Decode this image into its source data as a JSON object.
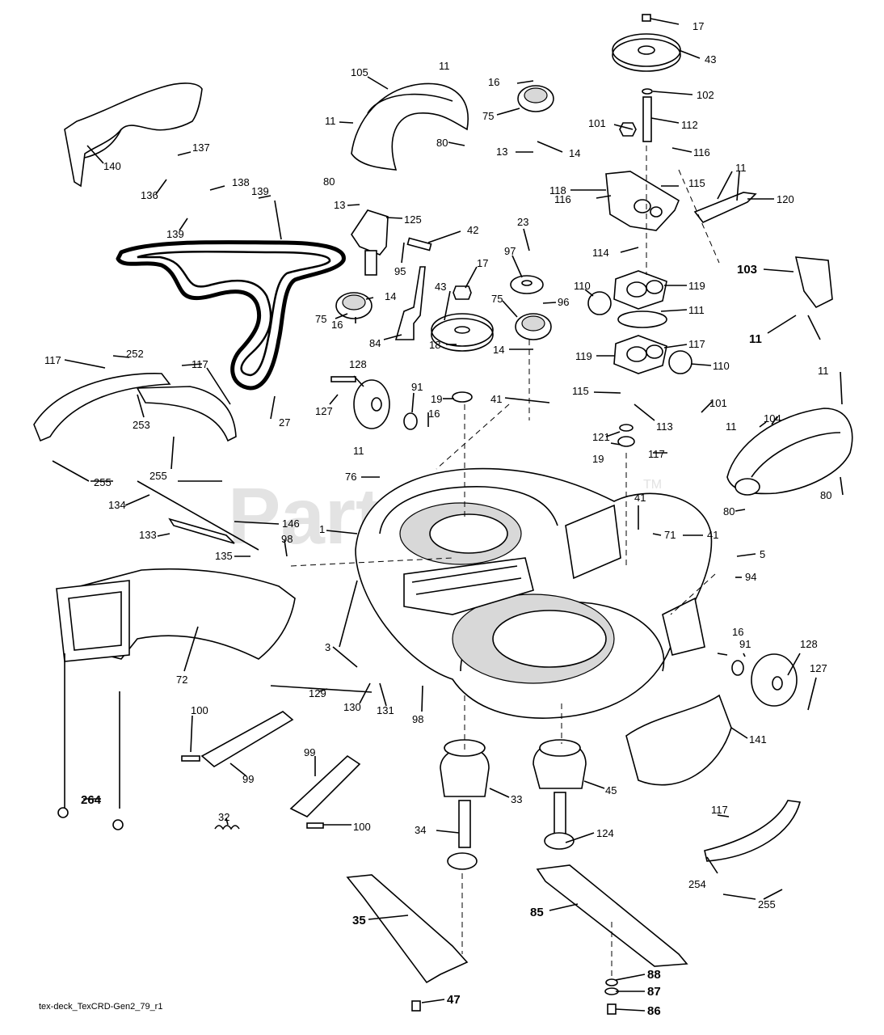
{
  "watermark": {
    "text": "PartsTree",
    "trademark": "TM"
  },
  "footer": {
    "code": "tex-deck_TexCRD-Gen2_79_r1"
  },
  "callouts": [
    {
      "id": "c17a",
      "text": "17"
    },
    {
      "id": "c43a",
      "text": "43"
    },
    {
      "id": "c102",
      "text": "102"
    },
    {
      "id": "c112",
      "text": "112"
    },
    {
      "id": "c101a",
      "text": "101"
    },
    {
      "id": "c116a",
      "text": "116"
    },
    {
      "id": "c11a",
      "text": "11"
    },
    {
      "id": "c105",
      "text": "105"
    },
    {
      "id": "c16a",
      "text": "16"
    },
    {
      "id": "c75a",
      "text": "75"
    },
    {
      "id": "c11b",
      "text": "11"
    },
    {
      "id": "c80a",
      "text": "80"
    },
    {
      "id": "c13a",
      "text": "13"
    },
    {
      "id": "c14a",
      "text": "14"
    },
    {
      "id": "c80b",
      "text": "80"
    },
    {
      "id": "c137",
      "text": "137"
    },
    {
      "id": "c140",
      "text": "140"
    },
    {
      "id": "c138",
      "text": "138"
    },
    {
      "id": "c136",
      "text": "136"
    },
    {
      "id": "c139a",
      "text": "139"
    },
    {
      "id": "c139b",
      "text": "139"
    },
    {
      "id": "c13b",
      "text": "13"
    },
    {
      "id": "c125",
      "text": "125"
    },
    {
      "id": "c42",
      "text": "42"
    },
    {
      "id": "c95",
      "text": "95"
    },
    {
      "id": "c118",
      "text": "118"
    },
    {
      "id": "c115a",
      "text": "115"
    },
    {
      "id": "c11c",
      "text": "11"
    },
    {
      "id": "c116b",
      "text": "116"
    },
    {
      "id": "c120",
      "text": "120"
    },
    {
      "id": "c23",
      "text": "23"
    },
    {
      "id": "c114",
      "text": "114"
    },
    {
      "id": "c103",
      "text": "103"
    },
    {
      "id": "c97",
      "text": "97"
    },
    {
      "id": "c17b",
      "text": "17"
    },
    {
      "id": "c43b",
      "text": "43"
    },
    {
      "id": "c14b",
      "text": "14"
    },
    {
      "id": "c75b",
      "text": "75"
    },
    {
      "id": "c16b",
      "text": "16"
    },
    {
      "id": "c84",
      "text": "84"
    },
    {
      "id": "c75c",
      "text": "75"
    },
    {
      "id": "c96",
      "text": "96"
    },
    {
      "id": "c110a",
      "text": "110"
    },
    {
      "id": "c119a",
      "text": "119"
    },
    {
      "id": "c111",
      "text": "111"
    },
    {
      "id": "c11d",
      "text": "11"
    },
    {
      "id": "c18",
      "text": "18"
    },
    {
      "id": "c14c",
      "text": "14"
    },
    {
      "id": "c119b",
      "text": "119"
    },
    {
      "id": "c117a",
      "text": "117"
    },
    {
      "id": "c110b",
      "text": "110"
    },
    {
      "id": "c117b",
      "text": "117"
    },
    {
      "id": "c252",
      "text": "252"
    },
    {
      "id": "c117c",
      "text": "117"
    },
    {
      "id": "c27",
      "text": "27"
    },
    {
      "id": "c128a",
      "text": "128"
    },
    {
      "id": "c91a",
      "text": "91"
    },
    {
      "id": "c127a",
      "text": "127"
    },
    {
      "id": "c16c",
      "text": "16"
    },
    {
      "id": "c19a",
      "text": "19"
    },
    {
      "id": "c41a",
      "text": "41"
    },
    {
      "id": "c115b",
      "text": "115"
    },
    {
      "id": "c101b",
      "text": "101"
    },
    {
      "id": "c11e",
      "text": "11"
    },
    {
      "id": "c113",
      "text": "113"
    },
    {
      "id": "c253",
      "text": "253"
    },
    {
      "id": "c121",
      "text": "121"
    },
    {
      "id": "c11f",
      "text": "11"
    },
    {
      "id": "c104",
      "text": "104"
    },
    {
      "id": "c255a",
      "text": "255"
    },
    {
      "id": "c255b",
      "text": "255"
    },
    {
      "id": "c11g",
      "text": "11"
    },
    {
      "id": "c19b",
      "text": "19"
    },
    {
      "id": "c117d",
      "text": "117"
    },
    {
      "id": "c76",
      "text": "76"
    },
    {
      "id": "c80c",
      "text": "80"
    },
    {
      "id": "c134",
      "text": "134"
    },
    {
      "id": "c41b",
      "text": "41"
    },
    {
      "id": "c80d",
      "text": "80"
    },
    {
      "id": "c146",
      "text": "146"
    },
    {
      "id": "c1",
      "text": "1"
    },
    {
      "id": "c71",
      "text": "71"
    },
    {
      "id": "c41c",
      "text": "41"
    },
    {
      "id": "c133",
      "text": "133"
    },
    {
      "id": "c98a",
      "text": "98"
    },
    {
      "id": "c135",
      "text": "135"
    },
    {
      "id": "c5",
      "text": "5"
    },
    {
      "id": "c94",
      "text": "94"
    },
    {
      "id": "c3",
      "text": "3"
    },
    {
      "id": "c72",
      "text": "72"
    },
    {
      "id": "c16d",
      "text": "16"
    },
    {
      "id": "c91b",
      "text": "91"
    },
    {
      "id": "c128b",
      "text": "128"
    },
    {
      "id": "c127b",
      "text": "127"
    },
    {
      "id": "c129",
      "text": "129"
    },
    {
      "id": "c130",
      "text": "130"
    },
    {
      "id": "c131",
      "text": "131"
    },
    {
      "id": "c98b",
      "text": "98"
    },
    {
      "id": "c100a",
      "text": "100"
    },
    {
      "id": "c141",
      "text": "141"
    },
    {
      "id": "c99a",
      "text": "99"
    },
    {
      "id": "c99b",
      "text": "99"
    },
    {
      "id": "c33",
      "text": "33"
    },
    {
      "id": "c45",
      "text": "45"
    },
    {
      "id": "c32",
      "text": "32"
    },
    {
      "id": "c264",
      "text": "264"
    },
    {
      "id": "c100b",
      "text": "100"
    },
    {
      "id": "c117e",
      "text": "117"
    },
    {
      "id": "c34",
      "text": "34"
    },
    {
      "id": "c124",
      "text": "124"
    },
    {
      "id": "c254",
      "text": "254"
    },
    {
      "id": "c255c",
      "text": "255"
    },
    {
      "id": "c35",
      "text": "35"
    },
    {
      "id": "c85",
      "text": "85"
    },
    {
      "id": "c88",
      "text": "88"
    },
    {
      "id": "c87",
      "text": "87"
    },
    {
      "id": "c47",
      "text": "47"
    },
    {
      "id": "c86",
      "text": "86"
    }
  ]
}
